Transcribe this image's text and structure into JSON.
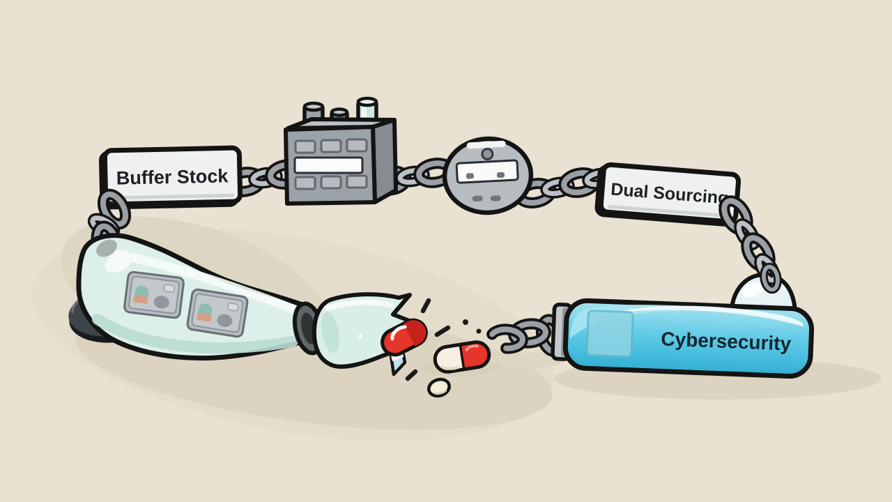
{
  "illustration": {
    "description": "Cartoon supply-chain resilience metaphor: a chain of linked elements (label tags, a factory block, a metal disc) encircles a broken glass medicine capsule spilling pills; an unbroken blue capsule segment is labeled Cybersecurity.",
    "labels": {
      "buffer_stock": "Buffer Stock",
      "dual_sourcing": "Dual Sourcing",
      "cybersecurity": "Cybersecurity"
    },
    "elements": [
      "chain-links",
      "buffer-stock-tag",
      "factory-block",
      "metal-disc-tag",
      "dual-sourcing-tag",
      "glass-dome",
      "blue-capsule",
      "glass-tube-capsule",
      "broken-glass-piece",
      "glass-shard",
      "red-pill",
      "red-white-capsule-pill",
      "small-round-pill",
      "burst-dashes",
      "dark-disc",
      "ground-shadows"
    ],
    "colors": {
      "background": "#e9e2d3",
      "shadow": "#dcd4c1",
      "shadow_soft": "#e2dbc9",
      "outline": "#141414",
      "chain_gray": "#9aa0a5",
      "chain_light": "#bcc1c5",
      "label_bg": "#eef1ef",
      "label_side": "#b6bcba",
      "label_text": "#1c2125",
      "factory_front": "#9ba2a8",
      "factory_top": "#bcc2c7",
      "factory_side": "#868c92",
      "factory_window": "#b5bbc0",
      "factory_band": "#fbfbfa",
      "chimney_teal": "#cdeadd",
      "disc_gray": "#b7bcc0",
      "disc_band": "#fafbf9",
      "glass_mint": "#dcefe9",
      "glass_shade": "#b9dcd2",
      "panel_gray": "#b6bdc2",
      "panel_teal": "#8fbcb0",
      "panel_peach": "#d99d84",
      "capsule_blue": "#62cbe6",
      "capsule_blue_light": "#a6e2f0",
      "capsule_blue_dark": "#33add1",
      "capsule_panel": "#8fd4e4",
      "pill_red": "#e6352a",
      "pill_red_dark": "#c5231c",
      "pill_cream": "#f6efdf",
      "dark_disc": "#3e4449"
    }
  }
}
